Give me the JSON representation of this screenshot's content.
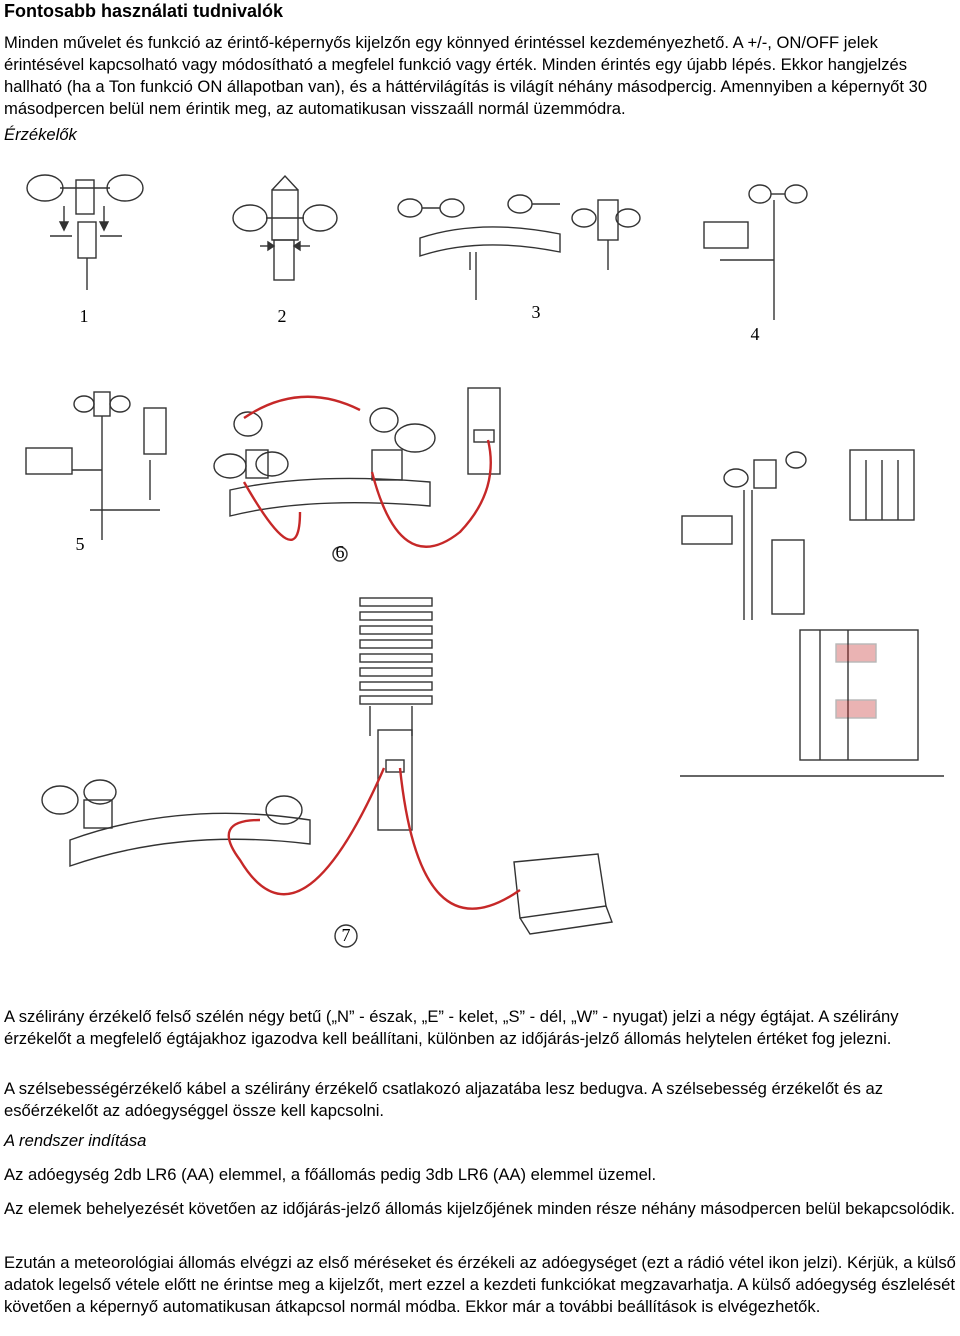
{
  "heading": "Fontosabb használati tudnivalók",
  "intro": "Minden művelet és funkció az érintő-képernyős kijelzőn egy könnyed érintéssel kezdeményezhető. A +/-, ON/OFF jelek érintésével kapcsolható vagy módosítható a megfelel funkció vagy érték. Minden érintés egy újabb lépés. Ekkor hangjelzés hallható (ha a Ton funkció ON állapotban van), és a háttérvilágítás is világít néhány másodpercig. Amennyiben a képernyőt 30 másodpercen belül nem érintik meg, az automatikusan visszaáll normál üzemmódra.",
  "sensors_heading": "Érzékelők",
  "figure_labels": [
    "1",
    "2",
    "3",
    "4",
    "5",
    "6",
    "7"
  ],
  "wind_direction": "A szélirány érzékelő felső szélén négy betű („N” - észak, „E” - kelet, „S” - dél, „W” - nyugat) jelzi a négy égtájat. A szélirány érzékelőt a megfelelő égtájakhoz igazodva kell beállítani, különben az időjárás-jelző állomás helytelen értéket fog jelezni.",
  "wind_speed": "A szélsebességérzékelő kábel a szélirány érzékelő csatlakozó aljazatába lesz bedugva. A szélsebesség érzékelőt és az esőérzékelőt az adóegységgel össze kell kapcsolni.",
  "startup_heading": "A rendszer indítása",
  "batteries": "Az adóegység 2db LR6 (AA) elemmel, a főállomás pedig 3db LR6 (AA) elemmel üzemel.",
  "after_batteries": "Az elemek behelyezését követően az időjárás-jelző állomás kijelzőjének minden része néhány másodpercen belül bekapcsolódik.",
  "first_measure": "Ezután a meteorológiai állomás elvégzi az első méréseket és érzékeli az adóegységet (ezt a rádió vétel ikon jelzi). Kérjük, a külső adatok legelső vétele előtt ne érintse meg a kijelzőt, mert ezzel a kezdeti funkciókat megzavarhatja. A külső adóegység észlelését követően a képernyő automatikusan átkapcsol normál módba. Ekkor már a további beállítások is elvégezhetők.",
  "colors": {
    "cable": "#c62828",
    "line": "#333333"
  }
}
